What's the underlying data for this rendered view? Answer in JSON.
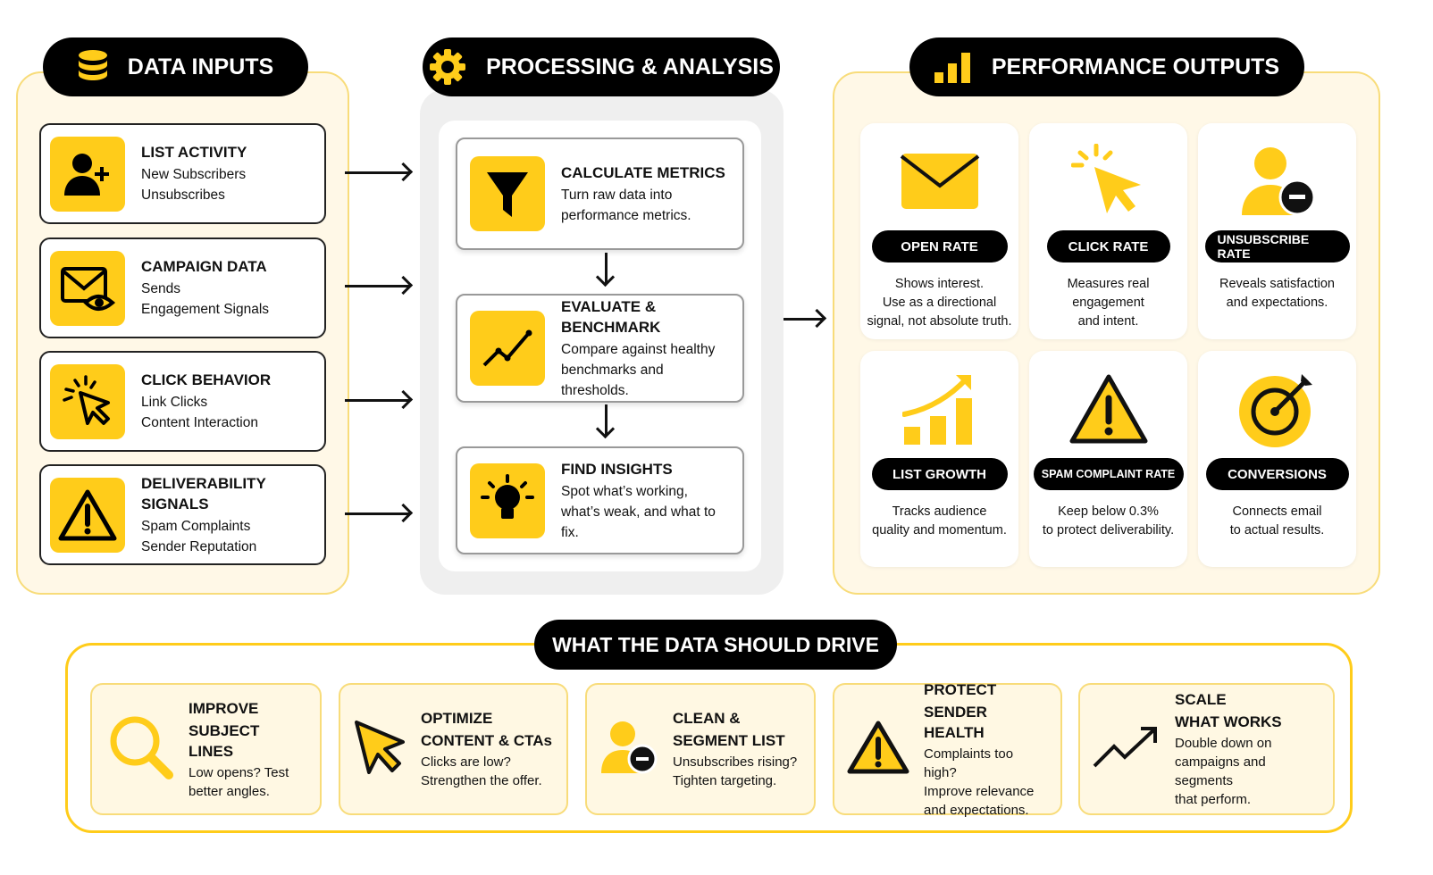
{
  "inputs": {
    "title": "DATA INPUTS",
    "items": [
      {
        "title": "LIST ACTIVITY",
        "lines": [
          "New Subscribers",
          "Unsubscribes"
        ]
      },
      {
        "title": "CAMPAIGN DATA",
        "lines": [
          "Sends",
          "Engagement Signals"
        ]
      },
      {
        "title": "CLICK BEHAVIOR",
        "lines": [
          "Link Clicks",
          "Content Interaction"
        ]
      },
      {
        "title": "DELIVERABILITY SIGNALS",
        "lines": [
          "Spam Complaints",
          "Sender Reputation"
        ]
      }
    ]
  },
  "processing": {
    "title": "PROCESSING & ANALYSIS",
    "steps": [
      {
        "title": "CALCULATE METRICS",
        "lines": [
          "Turn raw data into",
          "performance metrics."
        ]
      },
      {
        "title": "EVALUATE & BENCHMARK",
        "lines": [
          "Compare against healthy",
          "benchmarks and thresholds."
        ]
      },
      {
        "title": "FIND INSIGHTS",
        "lines": [
          "Spot what’s working,",
          "what’s weak, and what to fix."
        ]
      }
    ]
  },
  "outputs": {
    "title": "PERFORMANCE OUTPUTS",
    "items": [
      {
        "label": "OPEN RATE",
        "lines": [
          "Shows interest.",
          "Use as a directional",
          "signal, not absolute truth."
        ]
      },
      {
        "label": "CLICK RATE",
        "lines": [
          "Measures real",
          "engagement",
          "and intent."
        ]
      },
      {
        "label": "UNSUBSCRIBE RATE",
        "lines": [
          "Reveals satisfaction",
          "and expectations."
        ]
      },
      {
        "label": "LIST GROWTH",
        "lines": [
          "Tracks audience",
          "quality and momentum."
        ]
      },
      {
        "label": "SPAM COMPLAINT RATE",
        "lines": [
          "Keep below 0.3%",
          "to protect deliverability."
        ]
      },
      {
        "label": "CONVERSIONS",
        "lines": [
          "Connects email",
          "to actual results."
        ]
      }
    ]
  },
  "drive": {
    "title": "WHAT THE DATA SHOULD DRIVE",
    "items": [
      {
        "title": [
          "IMPROVE",
          "SUBJECT LINES"
        ],
        "lines": [
          "Low opens? Test",
          "better angles."
        ]
      },
      {
        "title": [
          "OPTIMIZE",
          "CONTENT & CTAs"
        ],
        "lines": [
          "Clicks are low?",
          "Strengthen the offer."
        ]
      },
      {
        "title": [
          "CLEAN &",
          "SEGMENT LIST"
        ],
        "lines": [
          "Unsubscribes rising?",
          "Tighten targeting."
        ]
      },
      {
        "title": [
          "PROTECT",
          "SENDER HEALTH"
        ],
        "lines": [
          "Complaints too high?",
          "Improve relevance",
          "and expectations."
        ]
      },
      {
        "title": [
          "SCALE",
          "WHAT WORKS"
        ],
        "lines": [
          "Double down on",
          "campaigns and segments",
          "that perform."
        ]
      }
    ]
  },
  "colors": {
    "accent": "#FFCC1A",
    "panel": "#FFF8E7",
    "dark": "#000000"
  }
}
